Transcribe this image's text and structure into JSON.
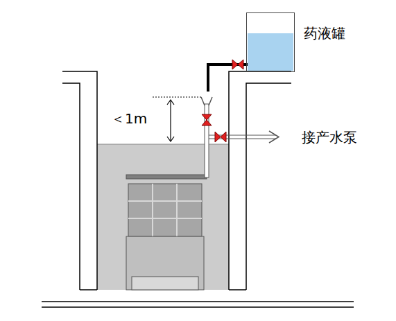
{
  "diagram": {
    "nodes": [
      {
        "text": [
          "药液罐"
        ]
      }
    ],
    "labels": [
      "＜1m",
      "接产水泵"
    ]
  }
}
